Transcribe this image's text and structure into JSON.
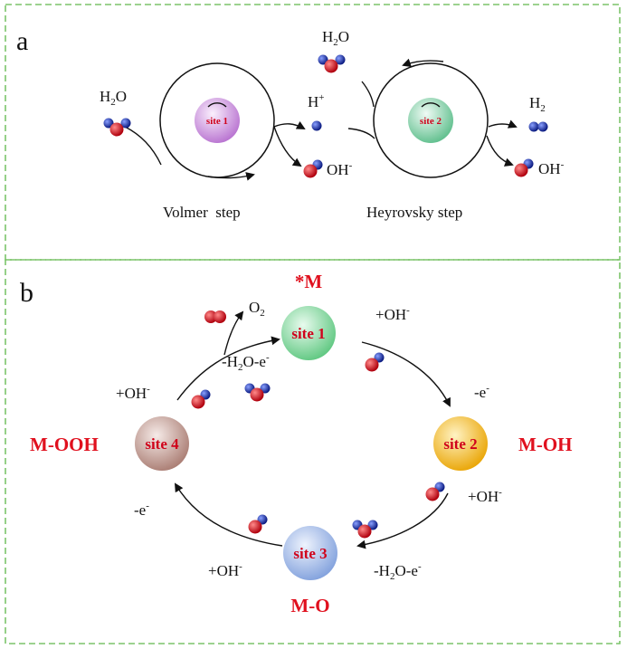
{
  "panel_a": {
    "letter": "a",
    "site1": "site 1",
    "site2": "site 2",
    "h2o_left": "H",
    "h2o_left_sub": "2",
    "h2o_left_tail": "O",
    "h2o_top": "H",
    "h2o_top_sub": "2",
    "h2o_top_tail": "O",
    "hplus": "H",
    "hplus_sup": "+",
    "oh_left": "OH",
    "oh_left_sup": "-",
    "h2": "H",
    "h2_sub": "2",
    "oh_right": "OH",
    "oh_right_sup": "-",
    "volmer": "Volmer  step",
    "heyrovsky": "Heyrovsky step"
  },
  "panel_b": {
    "letter": "b",
    "star_m": "*M",
    "m_oh": "M-OH",
    "m_o": "M-O",
    "m_ooh": "M-OOH",
    "site1": "site 1",
    "site2": "site 2",
    "site3": "site 3",
    "site4": "site 4",
    "o2": "O",
    "o2_sub": "2",
    "plus_oh_top": "+OH",
    "plus_oh_top_sup": "-",
    "minus_e_right": "-e",
    "minus_e_right_sup": "-",
    "plus_oh_right": "+OH",
    "plus_oh_right_sup": "-",
    "h2o_e_bottom": "-H",
    "h2o_e_bottom_sub": "2",
    "h2o_e_bottom_tail": "O-e",
    "h2o_e_bottom_sup": "-",
    "plus_oh_bottom": "+OH",
    "plus_oh_bottom_sup": "-",
    "minus_e_left": "-e",
    "minus_e_left_sup": "-",
    "plus_oh_left": "+OH",
    "plus_oh_left_sup": "-",
    "h2o_e_top": "-H",
    "h2o_e_top_sub": "2",
    "h2o_e_top_tail": "O-e",
    "h2o_e_top_sup": "-"
  },
  "colors": {
    "frame": "#7cc46a",
    "state_label": "#e0101e",
    "site1_a": "#d9a3e6",
    "site2_a": "#a8dcc0",
    "site1_b": "#8ed9a6",
    "site2_b": "#f2b81a",
    "site3_b": "#a9c0e8",
    "site4_b": "#c9a39a",
    "oxygen": "#e0101e",
    "hydrogen": "#1a2fb0"
  }
}
